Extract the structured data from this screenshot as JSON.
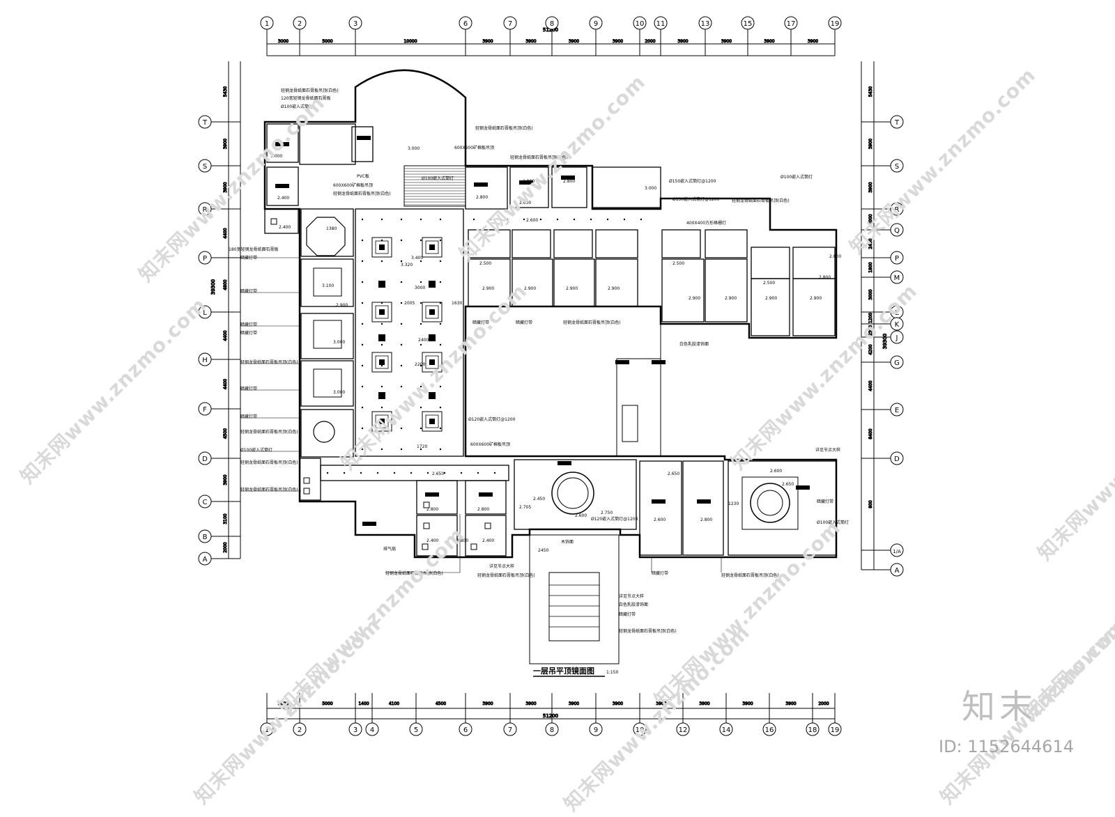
{
  "drawing": {
    "title": "一层吊平顶镜面图",
    "scale": "1:150",
    "total_dim_top": "51200",
    "total_dim_bottom": "51200",
    "total_dim_left": "39300",
    "total_dim_right": "39300"
  },
  "axes": {
    "top_labels": [
      "1",
      "2",
      "3",
      "6",
      "7",
      "8",
      "9",
      "10",
      "11",
      "13",
      "15",
      "17",
      "19"
    ],
    "top_dims": [
      "3000",
      "5000",
      "10000",
      "3900",
      "3900",
      "3900",
      "3900",
      "2000",
      "3900",
      "3900",
      "3900",
      "3900"
    ],
    "bottom_labels": [
      "1",
      "2",
      "3",
      "4",
      "5",
      "6",
      "7",
      "8",
      "9",
      "10",
      "12",
      "14",
      "16",
      "18",
      "19"
    ],
    "bottom_dims": [
      "3000",
      "5000",
      "1400",
      "4100",
      "4500",
      "3900",
      "3900",
      "3900",
      "3900",
      "3900",
      "3900",
      "3900",
      "3900",
      "2000"
    ],
    "left_labels": [
      "T",
      "S",
      "R",
      "P",
      "L",
      "H",
      "F",
      "D",
      "C",
      "B",
      "A"
    ],
    "left_dims": [
      "5430",
      "3900",
      "3900",
      "4400",
      "4800",
      "4400",
      "4400",
      "4500",
      "3900",
      "3100",
      "2000"
    ],
    "right_labels": [
      "T",
      "S",
      "R",
      "Q",
      "P",
      "M",
      "L",
      "K",
      "J",
      "G",
      "E",
      "D",
      "1/A",
      "A"
    ],
    "right_dims": [
      "5430",
      "3900",
      "3900",
      "2000",
      "2400",
      "1800",
      "3000",
      "1200",
      "2300",
      "4200",
      "4400",
      "8400",
      "800"
    ]
  },
  "annotations": {
    "pvc": "PVC板",
    "grid600": "600X600矿棉板吊顶",
    "d100": "Ø100嵌入式筒灯",
    "d120": "Ø120嵌入式筒灯@1200",
    "d150": "Ø150嵌入式筒灯@1200",
    "d400": "400X400方形格栅灯",
    "d180": "180宽轻钢龙骨纸面石膏板",
    "d120b": "120宽轻钢龙骨纸面石膏板",
    "light": "暗藏灯带",
    "exhaust": "排气扇",
    "detail": "详见节点大样",
    "gypsum": "轻钢龙骨纸面石膏板吊顶(白色)",
    "paint": "白色乳胶漆饰面",
    "wood": "木饰面",
    "e2800": "2.800",
    "e2900": "2.900",
    "e2600": "2.600",
    "e2400": "2.400",
    "e3000": "3.000",
    "e2650": "2.650",
    "e2750": "2.750",
    "e2500": "2.500",
    "e3100": "3.100",
    "e2450": "2.450",
    "e2705": "2.705",
    "e3400": "3.400",
    "e3320": "3.320",
    "e2200": "2200",
    "e2005": "2005",
    "e1630": "1630",
    "e2400d": "2400",
    "e3000d": "3000",
    "e1720": "1720",
    "e1380": "1380",
    "e2450d": "2450",
    "e1230": "1230"
  },
  "watermark": {
    "text": "知末网www.znzmo.com",
    "brand": "知末",
    "id": "ID: 1152644614"
  }
}
